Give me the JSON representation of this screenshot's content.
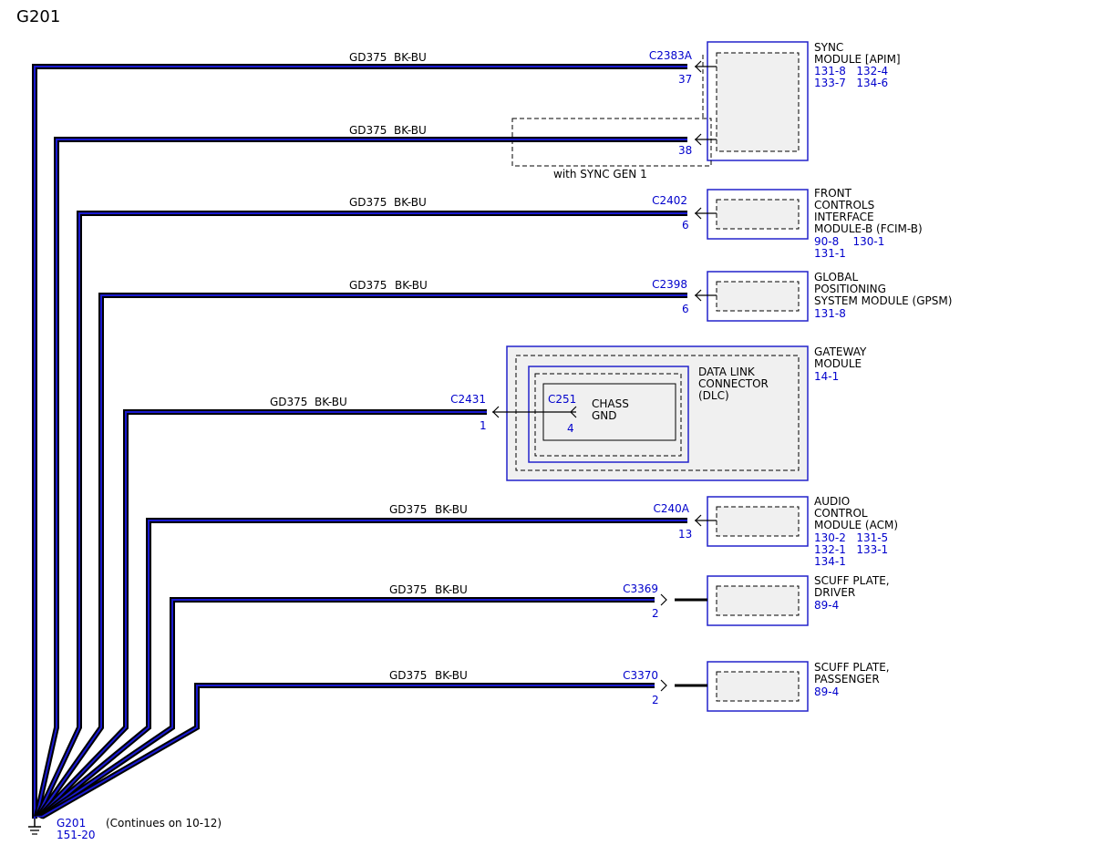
{
  "page_title": "G201",
  "wire": {
    "circuit": "GD375",
    "color": "BK-BU"
  },
  "colors": {
    "wire_core": "#1a1ad0",
    "wire_edge": "#000000",
    "label_blue": "#0000cc",
    "module_fill": "#f0f0f0"
  },
  "wires": [
    {
      "connector": "C2383A",
      "pin": "37"
    },
    {
      "connector": "",
      "pin": "38"
    },
    {
      "connector": "C2402",
      "pin": "6"
    },
    {
      "connector": "C2398",
      "pin": "6"
    },
    {
      "connector": "C2431",
      "pin": "1"
    },
    {
      "connector": "C240A",
      "pin": "13"
    },
    {
      "connector": "C3369",
      "pin": "2"
    },
    {
      "connector": "C3370",
      "pin": "2"
    }
  ],
  "sync_option_label": "with SYNC GEN 1",
  "modules": [
    {
      "name_lines": [
        "SYNC",
        "MODULE [APIM]"
      ],
      "ref_lines": [
        "131-8   132-4",
        "133-7   134-6"
      ]
    },
    {
      "name_lines": [
        "FRONT",
        "CONTROLS",
        "INTERFACE",
        "MODULE-B (FCIM-B)"
      ],
      "ref_lines": [
        "90-8    130-1",
        "131-1"
      ]
    },
    {
      "name_lines": [
        "GLOBAL",
        "POSITIONING",
        "SYSTEM MODULE (GPSM)"
      ],
      "ref_lines": [
        "131-8"
      ]
    },
    {
      "name_lines": [
        "GATEWAY",
        "MODULE"
      ],
      "ref_lines": [
        "14-1"
      ]
    },
    {
      "name_lines": [
        "AUDIO",
        "CONTROL",
        "MODULE (ACM)"
      ],
      "ref_lines": [
        "130-2   131-5",
        "132-1   133-1",
        "134-1"
      ]
    },
    {
      "name_lines": [
        "SCUFF PLATE,",
        "DRIVER"
      ],
      "ref_lines": [
        "89-4"
      ]
    },
    {
      "name_lines": [
        "SCUFF PLATE,",
        "PASSENGER"
      ],
      "ref_lines": [
        "89-4"
      ]
    }
  ],
  "dlc": {
    "name_lines": [
      "DATA LINK",
      "CONNECTOR",
      "(DLC)"
    ],
    "connector": "C251",
    "pin": "4",
    "ground_lines": [
      "CHASS",
      "GND"
    ]
  },
  "ground": {
    "name": "G201",
    "ref": "151-20",
    "note": "(Continues on 10-12)"
  }
}
